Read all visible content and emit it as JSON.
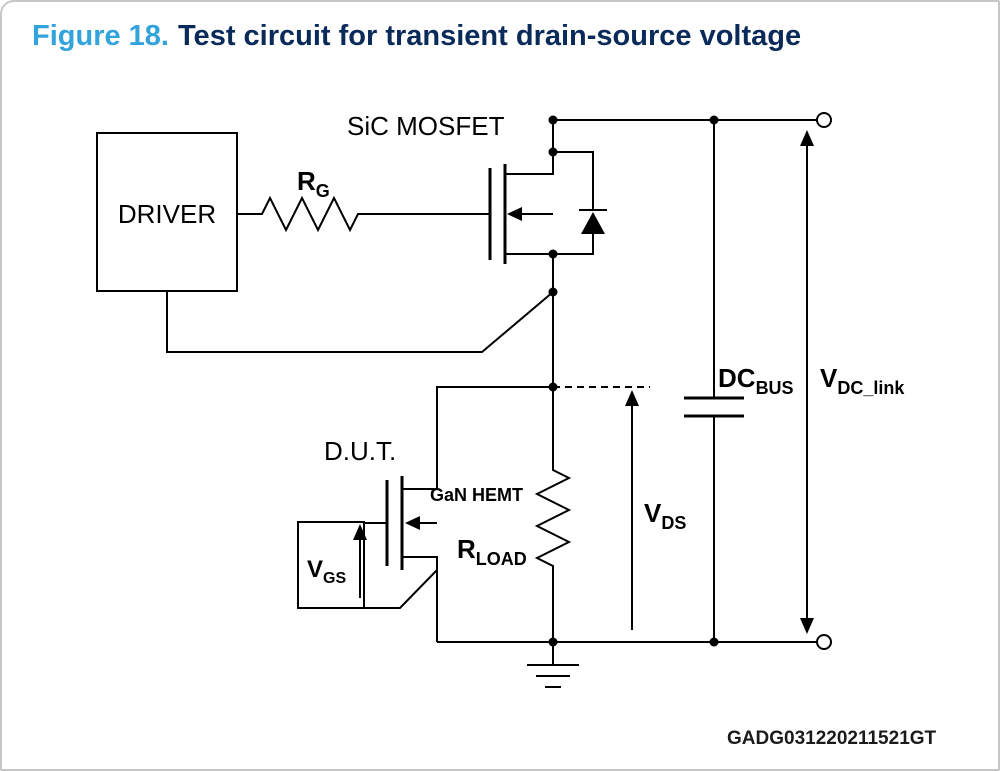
{
  "theme": {
    "background": "#FFFFFF",
    "page_border_color": "#C6C6C6",
    "figure_label_color": "#33A3DC",
    "figure_title_color": "#0A2A5A",
    "line_color": "#000000"
  },
  "header": {
    "figure_label": "Figure 18.",
    "figure_title": "Test circuit for transient drain-source voltage"
  },
  "circuit": {
    "driver_label": "DRIVER",
    "sic_mosfet_label": "SiC MOSFET",
    "dut_label": "D.U.T.",
    "gan_hemt_label": "GaN HEMT",
    "rg": {
      "main": "R",
      "sub": "G"
    },
    "rload": {
      "main": "R",
      "sub": "LOAD"
    },
    "vgs": {
      "main": "V",
      "sub": "GS"
    },
    "vds": {
      "main": "V",
      "sub": "DS"
    },
    "dcbus": {
      "main": "DC",
      "sub": "BUS"
    },
    "vdc_link": {
      "main": "V",
      "sub": "DC_link"
    }
  },
  "footer": {
    "code": "GADG031220211521GT"
  }
}
